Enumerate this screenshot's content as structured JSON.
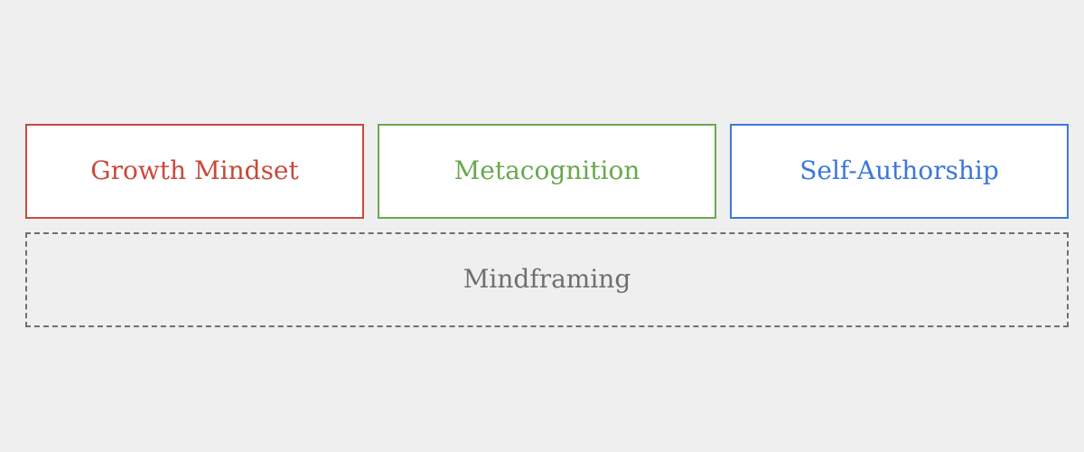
{
  "diagram": {
    "top_boxes": [
      {
        "label": "Growth Mindset",
        "border_color": "#c84a3c",
        "text_color": "#c84a3c"
      },
      {
        "label": "Metacognition",
        "border_color": "#6aa84f",
        "text_color": "#6aa84f"
      },
      {
        "label": "Self-Authorship",
        "border_color": "#3c78d8",
        "text_color": "#3c78d8"
      }
    ],
    "foundation": {
      "label": "Mindframing",
      "border_color": "#6f6f6f",
      "text_color": "#6f6f6f",
      "border_style": "dashed"
    },
    "background_color": "#efefef"
  }
}
